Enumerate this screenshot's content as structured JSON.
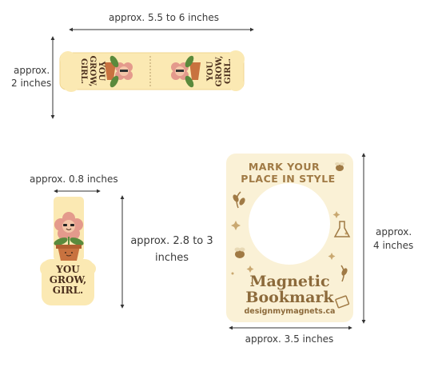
{
  "dimensions": {
    "width_label": "approx. 5.5 to 6 inches",
    "height_label_line1": "approx.",
    "height_label_line2": "2 inches",
    "tab_width_label": "approx. 0.8 inches",
    "tab_height_label_line1": "approx. 2.8 to 3",
    "tab_height_label_line2": "inches",
    "card_height_label_line1": "approx.",
    "card_height_label_line2": "4 inches",
    "card_width_label": "approx. 3.5 inches"
  },
  "bookmark": {
    "slogan_line1": "YOU",
    "slogan_line2": "GROW,",
    "slogan_line3": "GIRL."
  },
  "card": {
    "headline_line1": "MARK YOUR",
    "headline_line2": "PLACE IN STYLE",
    "product_line1": "Magnetic",
    "product_line2": "Bookmark",
    "website": "designmymagnets.ca"
  },
  "colors": {
    "bookmark_bg": "#fbe9b3",
    "flower_petals": "#e49a8c",
    "pot": "#c8723f",
    "leaf": "#5a8a3c",
    "text_dark": "#4a2e1c",
    "card_bg": "#faf1d6",
    "card_accent": "#a07a45"
  },
  "icons": [
    "bee-icon",
    "leaf-icon",
    "sparkle-icon",
    "flask-icon",
    "book-icon"
  ]
}
